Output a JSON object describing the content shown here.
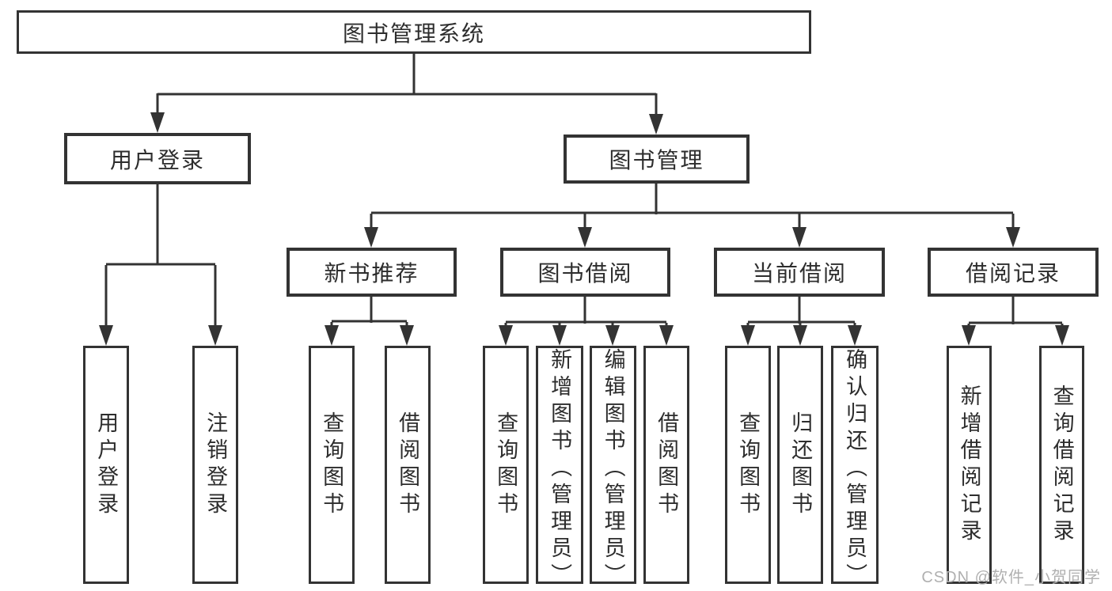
{
  "diagram": {
    "title": "图书管理系统",
    "branches": [
      {
        "label": "用户登录",
        "children": [
          {
            "label": "用户登录"
          },
          {
            "label": "注销登录"
          }
        ]
      },
      {
        "label": "图书管理",
        "children": [
          {
            "label": "新书推荐",
            "children": [
              {
                "label": "查询图书"
              },
              {
                "label": "借阅图书"
              }
            ]
          },
          {
            "label": "图书借阅",
            "children": [
              {
                "label": "查询图书"
              },
              {
                "label": "新增图书（管理员）"
              },
              {
                "label": "编辑图书（管理员）"
              },
              {
                "label": "借阅图书"
              }
            ]
          },
          {
            "label": "当前借阅",
            "children": [
              {
                "label": "查询图书"
              },
              {
                "label": "归还图书"
              },
              {
                "label": "确认归还（管理员）"
              }
            ]
          },
          {
            "label": "借阅记录",
            "children": [
              {
                "label": "新增借阅记录"
              },
              {
                "label": "查询借阅记录"
              }
            ]
          }
        ]
      }
    ]
  },
  "watermark": {
    "text": "CSDN @软件_小贺同学"
  },
  "colors": {
    "line": "#333333",
    "text": "#2d2d2d",
    "watermark": "#b0b0b0",
    "background": "#ffffff"
  }
}
